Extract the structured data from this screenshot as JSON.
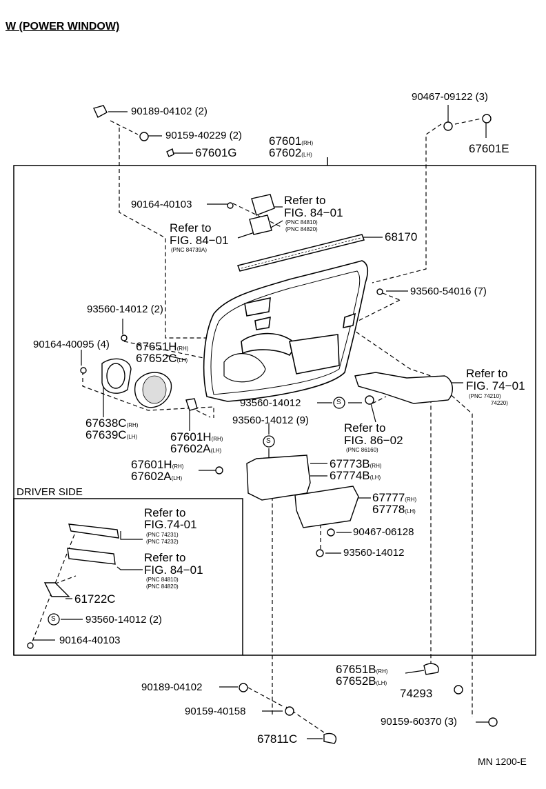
{
  "title": "W (POWER WINDOW)",
  "footer": "MN 1200-E",
  "section_label": "DRIVER SIDE",
  "refer_to": "Refer to",
  "parts": {
    "p90189_04102_top": "90189-04102 (2)",
    "p90159_40229": "90159-40229 (2)",
    "p67601G": "67601G",
    "p67601_rh": "67601",
    "p67602_lh": "67602",
    "p90467_09122": "90467-09122 (3)",
    "p67601E": "67601E",
    "p90164_40103_top": "90164-40103",
    "fig84_top": "FIG. 84−01",
    "pnc84810_top": "(PNC 84810)",
    "pnc84820_top": "(PNC 84820)",
    "fig84_mid": "FIG. 84−01",
    "pnc84739": "(PNC 84739A)",
    "p68170": "68170",
    "p93560_54016": "93560-54016 (7)",
    "p93560_14012_2": "93560-14012 (2)",
    "p90164_40095": "90164-40095 (4)",
    "p67651H": "67651H",
    "p67652C": "67652C",
    "p67638C": "67638C",
    "p67639C": "67639C",
    "p67601H_a": "67601H",
    "p67602A_a": "67602A",
    "p93560_14012_s": "93560-14012",
    "p93560_14012_9": "93560-14012 (9)",
    "fig74_right": "FIG. 74−01",
    "pnc74210": "(PNC 74210)",
    "pnc74220": "74220)",
    "fig86": "FIG. 86−02",
    "pnc86160": "(PNC 86160)",
    "p67601H_b": "67601H",
    "p67602A_b": "67602A",
    "p67773B": "67773B",
    "p67774B": "67774B",
    "p67777": "67777",
    "p67778": "67778",
    "p90467_06128": "90467-06128",
    "p93560_14012_bot": "93560-14012",
    "fig74_ds": "FIG.74-01",
    "pnc74231": "(PNC 74231)",
    "pnc74232": "(PNC 74232)",
    "fig84_ds": "FIG. 84−01",
    "pnc84810_ds": "(PNC 84810)",
    "pnc84820_ds": "(PNC 84820)",
    "p61722C": "61722C",
    "p93560_14012_ds": "93560-14012 (2)",
    "p90164_40103_ds": "90164-40103",
    "p67651B": "67651B",
    "p67652B": "67652B",
    "p74293": "74293",
    "p90189_04102_bot": "90189-04102",
    "p90159_40158": "90159-40158",
    "p67811C": "67811C",
    "p90159_60370": "90159-60370 (3)"
  },
  "side": {
    "rh": "(RH)",
    "lh": "(LH)"
  },
  "s_symbol": "S"
}
